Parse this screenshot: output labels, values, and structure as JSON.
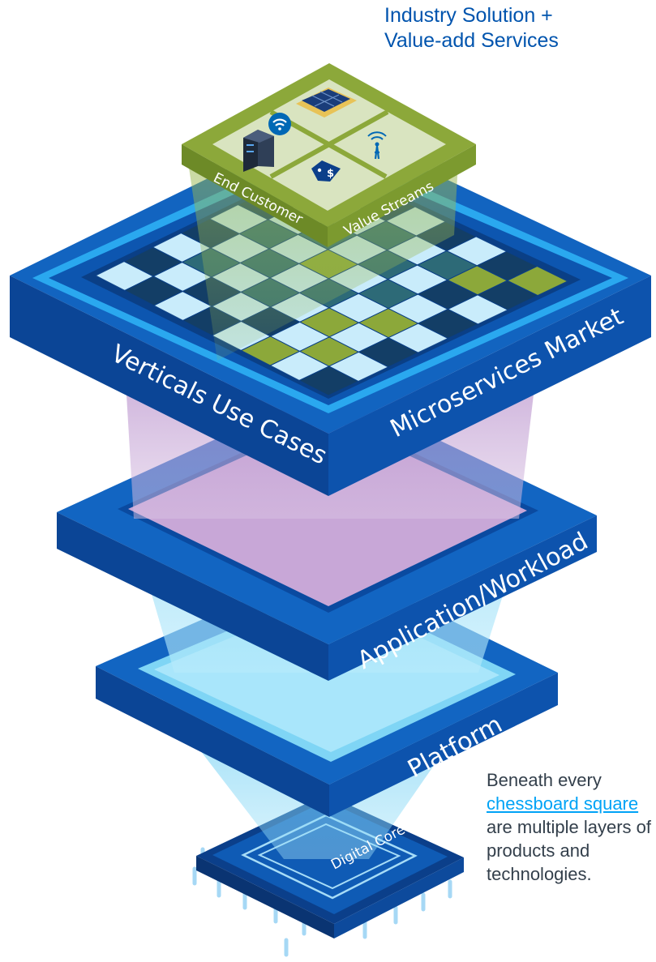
{
  "title": {
    "line1": "Industry Solution +",
    "line2": "Value-add Services"
  },
  "layers": {
    "market_left": "Verticals Use Cases",
    "market_right": "Microservices Market",
    "application": "Application/Workload",
    "platform": "Platform",
    "core": "Digital Core"
  },
  "tile": {
    "left_label": "End Customer",
    "right_label": "Value Streams",
    "icons": [
      "server-rack-icon",
      "wifi-icon",
      "solar-panel-icon",
      "cell-tower-icon",
      "price-tag-icon"
    ]
  },
  "caption": {
    "before": "Beneath every ",
    "link": "chessboard square ",
    "after": "are multiple layers of products and technologies."
  },
  "colors": {
    "brand_blue": "#0054ae",
    "dark_blue": "#0b3f8a",
    "light_cyan": "#c9ecfb",
    "navy_square": "#133e66",
    "teal_square": "#2d6a77",
    "green_tile": "#8ca83a",
    "purple_glow": "#c9a6d6",
    "cyan_glow": "#7fd3f4",
    "link": "#00a3f6"
  }
}
